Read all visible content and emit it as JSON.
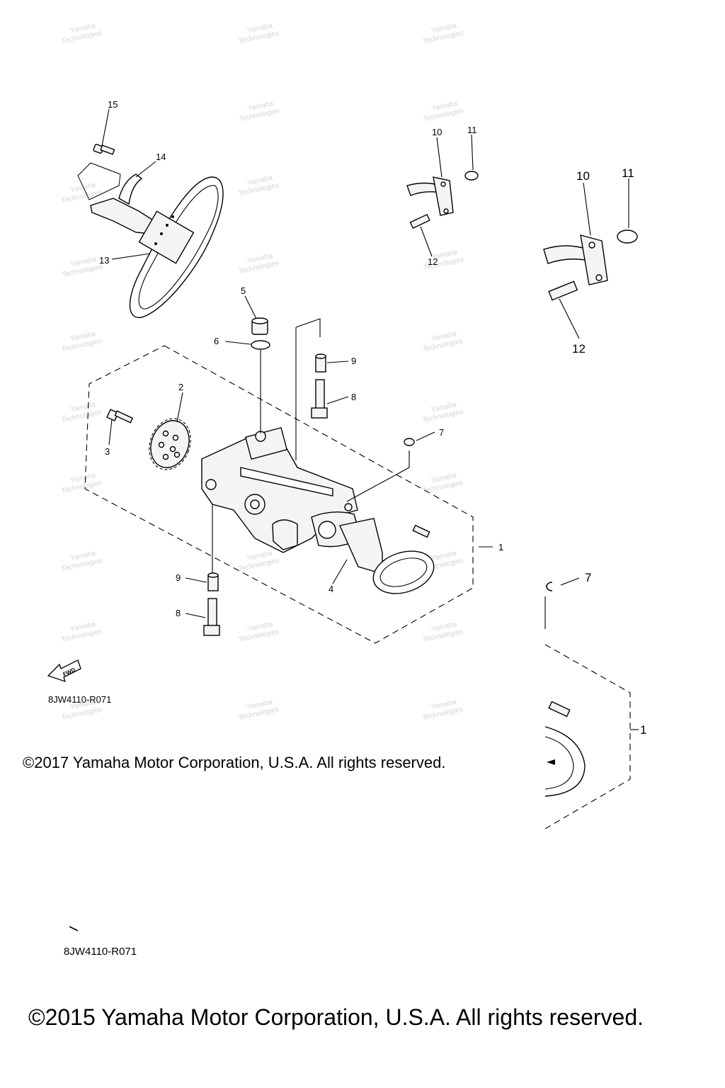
{
  "diagram": {
    "callouts": {
      "c1a": "1",
      "c1b": "1",
      "c2": "2",
      "c3": "3",
      "c4": "4",
      "c5": "5",
      "c6": "6",
      "c7a": "7",
      "c7b": "7",
      "c8a": "8",
      "c8b": "8",
      "c9a": "9",
      "c9b": "9",
      "c10a": "10",
      "c10b": "10",
      "c11a": "11",
      "c11b": "11",
      "c12a": "12",
      "c12b": "12",
      "c13": "13",
      "c14": "14",
      "c15": "15"
    },
    "fwd_label": "FWD",
    "codes": {
      "upper": "8JW4110-R071",
      "lower": "8JW4110-R071"
    }
  },
  "footer": {
    "copyright_2017": "©2017 Yamaha Motor Corporation, U.S.A. All rights reserved.",
    "copyright_2015": "©2015 Yamaha Motor Corporation, U.S.A. All rights reserved."
  }
}
